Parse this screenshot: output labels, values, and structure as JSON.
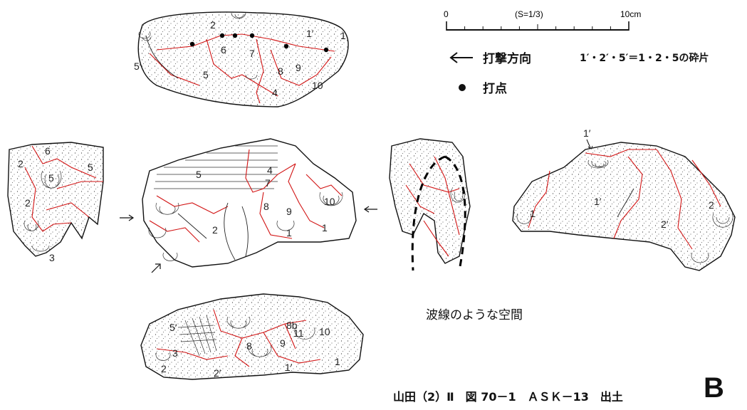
{
  "scale": {
    "start": "0",
    "mid": "(S=1/3)",
    "end": "10cm"
  },
  "legend": {
    "arrow_label": "打撃方向",
    "fragment_note": "1′・2′・5′＝1・2・5の砕片",
    "dot_label": "打点"
  },
  "annotation": "波線のような空間",
  "caption": {
    "text": "山田（2）Ⅱ　図 70－1　ＡＳＫ－13　出土",
    "letter": "B"
  },
  "views": {
    "top": {
      "labels": [
        "2",
        "6",
        "7",
        "1′",
        "1",
        "5′",
        "5",
        "8",
        "9",
        "10",
        "4"
      ]
    },
    "left": {
      "labels": [
        "6",
        "2",
        "5",
        "5",
        "2",
        "3"
      ]
    },
    "front": {
      "labels": [
        "5",
        "4",
        "7",
        "8",
        "9",
        "10",
        "1",
        "1",
        "2"
      ]
    },
    "side": {
      "labels": []
    },
    "right": {
      "labels": [
        "1′",
        "1′",
        "1",
        "2′",
        "2"
      ]
    },
    "bottom": {
      "labels": [
        "5′",
        "8b",
        "11",
        "10",
        "8",
        "9",
        "3",
        "2",
        "2′",
        "1′",
        "1"
      ]
    }
  },
  "colors": {
    "ink": "#111111",
    "fracture": "#d21414"
  },
  "icons": {
    "direction": "left-arrow-icon",
    "point": "filled-dot-icon"
  }
}
